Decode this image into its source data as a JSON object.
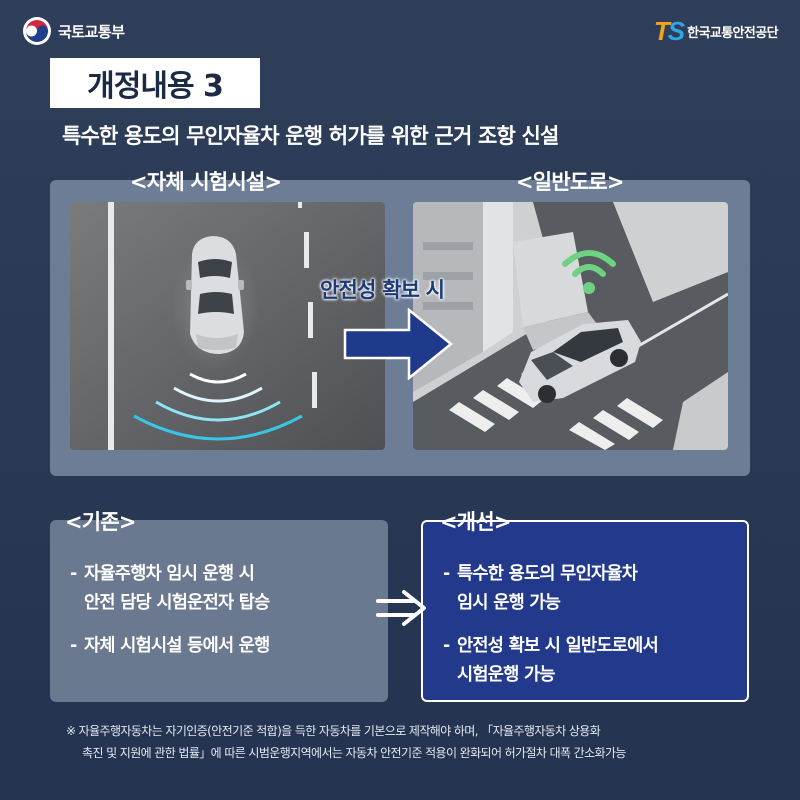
{
  "header": {
    "ministry_name": "국토교통부",
    "org_logo_text": "TS",
    "org_name": "한국교통안전공단"
  },
  "title_box": "개정내용 3",
  "subtitle": "특수한 용도의 무인자율차 운행 허가를 위한 근거 조항 신설",
  "images": {
    "left_label": "<자체 시험시설>",
    "right_label": "<일반도로>",
    "transition_label": "안전성 확보 시"
  },
  "comparison": {
    "old": {
      "label": "<기존>",
      "items": [
        {
          "lines": [
            "자율주행차 임시 운행 시",
            "안전 담당 시험운전자 탑승"
          ]
        },
        {
          "lines": [
            "자체 시험시설 등에서 운행"
          ]
        }
      ]
    },
    "new": {
      "label": "<개선>",
      "items": [
        {
          "lines": [
            "특수한 용도의 무인자율차",
            "임시 운행 가능"
          ]
        },
        {
          "lines": [
            "안전성 확보 시 일반도로에서",
            "시험운행 가능"
          ]
        }
      ]
    },
    "dash": "-"
  },
  "footnote": {
    "line1": "※ 자율주행자동차는 자기인증(안전기준 적합)을 득한 자동차를 기본으로 제작해야 하며, 「자율주행자동차 상용화",
    "line2": "촉진 및 지원에 관한 법률」에 따른 시범운행지역에서는 자동차 안전기준 적용이 완화되어 허가절차 대폭 간소화가능"
  },
  "colors": {
    "background": "#2a3954",
    "panel": "#6d7d95",
    "old_box": "#6a7890",
    "new_box": "#233a8c",
    "arrow": "#1f3a8a",
    "ts_orange": "#f2a51c",
    "ts_blue": "#2ea6e0"
  },
  "icons": {
    "ministry_logo": "taegeuk-emblem-icon",
    "transition_arrow": "arrow-right-icon",
    "comparison_arrow": "double-arrow-right-icon",
    "wifi": "wireless-signal-icon"
  }
}
